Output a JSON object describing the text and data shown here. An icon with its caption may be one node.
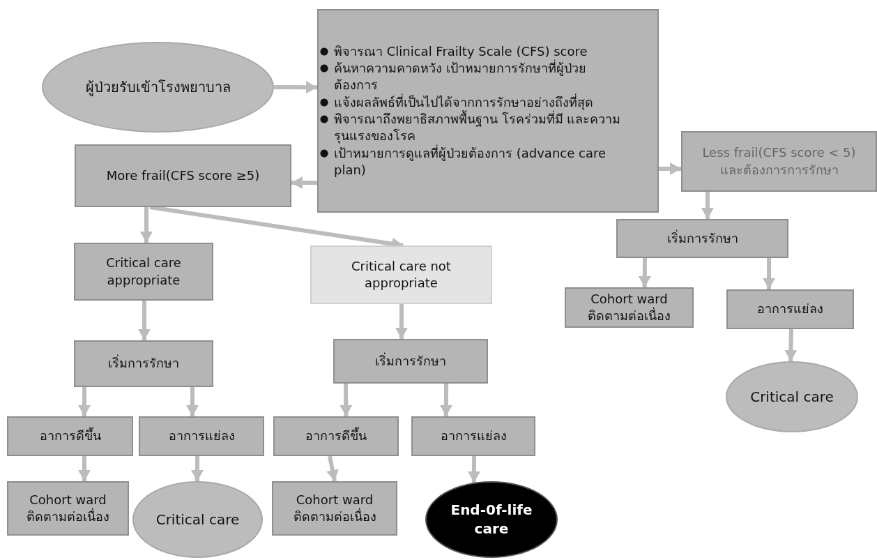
{
  "diagram": {
    "nodes": [
      {
        "text": [
          "ผู้ป่วยรับเข้าโรงพยาบาล"
        ]
      },
      {
        "text": [
          "พิจารณา Clinical Frailty Scale (CFS) score",
          "ค้นหาความคาดหวัง เป้าหมายการรักษาที่ผู้ป่วยต้องการ",
          "แจ้งผลลัพธ์ที่เป็นไปได้จากการรักษาอย่างถึงที่สุด",
          "พิจารณาถึงพยาธิสภาพพื้นฐาน โรคร่วมที่มี และความรุนแรงของโรค",
          "เป้าหมายการดูแลที่ผู้ป่วยต้องการ (advance care plan)"
        ]
      },
      {
        "text": [
          "More frail(CFS score ≥5)"
        ]
      },
      {
        "text": [
          "Less frail(CFS score < 5) และต้องการการรักษา"
        ]
      },
      {
        "text": [
          "Critical care appropriate"
        ]
      },
      {
        "text": [
          "Critical care not appropriate"
        ]
      },
      {
        "text": [
          "เริ่มการรักษา"
        ]
      },
      {
        "text": [
          "Cohort ward ติดตามต่อเนื่อง"
        ]
      },
      {
        "text": [
          "อาการแย่ลง"
        ]
      },
      {
        "text": [
          "Critical care"
        ]
      },
      {
        "text": [
          "เริ่มการรักษา"
        ]
      },
      {
        "text": [
          "เริ่มการรักษา"
        ]
      },
      {
        "text": [
          "อาการดีขึ้น"
        ]
      },
      {
        "text": [
          "อาการแย่ลง"
        ]
      },
      {
        "text": [
          "อาการดีขึ้น"
        ]
      },
      {
        "text": [
          "อาการแย่ลง"
        ]
      },
      {
        "text": [
          "Cohort ward ติดตามต่อเนื่อง"
        ]
      },
      {
        "text": [
          "Critical care"
        ]
      },
      {
        "text": [
          "Cohort ward ติดตามต่อเนื่อง"
        ]
      },
      {
        "text": [
          "End-0f-life care"
        ]
      }
    ],
    "edges": [
      {
        "from": 0,
        "to": 1,
        "arrow": "to"
      },
      {
        "from": 1,
        "to": 2,
        "arrow": "to"
      },
      {
        "from": 1,
        "to": 3,
        "arrow": "to"
      },
      {
        "from": 2,
        "to": 4,
        "arrow": "to"
      },
      {
        "from": 2,
        "to": 5,
        "arrow": "to"
      },
      {
        "from": 3,
        "to": 6,
        "arrow": "to"
      },
      {
        "from": 6,
        "to": 7,
        "arrow": "to"
      },
      {
        "from": 6,
        "to": 8,
        "arrow": "to"
      },
      {
        "from": 8,
        "to": 9,
        "arrow": "to"
      },
      {
        "from": 4,
        "to": 10,
        "arrow": "to"
      },
      {
        "from": 5,
        "to": 11,
        "arrow": "to"
      },
      {
        "from": 10,
        "to": 12,
        "arrow": "to"
      },
      {
        "from": 10,
        "to": 13,
        "arrow": "to"
      },
      {
        "from": 11,
        "to": 14,
        "arrow": "to"
      },
      {
        "from": 11,
        "to": 15,
        "arrow": "to"
      },
      {
        "from": 12,
        "to": 16,
        "arrow": "to"
      },
      {
        "from": 13,
        "to": 17,
        "arrow": "to"
      },
      {
        "from": 14,
        "to": 18,
        "arrow": "to"
      },
      {
        "from": 15,
        "to": 19,
        "arrow": "to"
      }
    ]
  }
}
